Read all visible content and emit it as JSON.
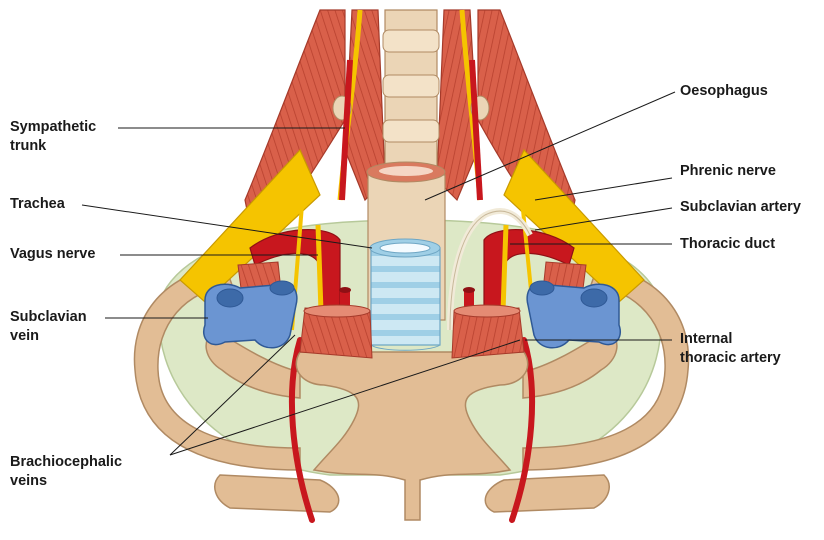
{
  "labels": {
    "sympathetic_trunk": [
      "Sympathetic",
      "trunk"
    ],
    "trachea": [
      "Trachea"
    ],
    "vagus_nerve": [
      "Vagus nerve"
    ],
    "subclavian_vein": [
      "Subclavian",
      "vein"
    ],
    "brachiocephalic_veins": [
      "Brachiocephalic",
      "veins"
    ],
    "oesophagus": [
      "Oesophagus"
    ],
    "phrenic_nerve": [
      "Phrenic nerve"
    ],
    "subclavian_artery": [
      "Subclavian artery"
    ],
    "thoracic_duct": [
      "Thoracic duct"
    ],
    "internal_thoracic_artery": [
      "Internal",
      "thoracic artery"
    ]
  },
  "colors": {
    "muscle": "#d9604a",
    "muscle_stripe": "#b8412f",
    "artery": "#c8171e",
    "vein": "#6b95d2",
    "nerve": "#f5c400",
    "bone": "#e2bd95",
    "bone_outline": "#b08a63",
    "cavity": "#dde8c6",
    "trachea": "#bfe0ee",
    "oesophagus": "#ebd5b6"
  }
}
